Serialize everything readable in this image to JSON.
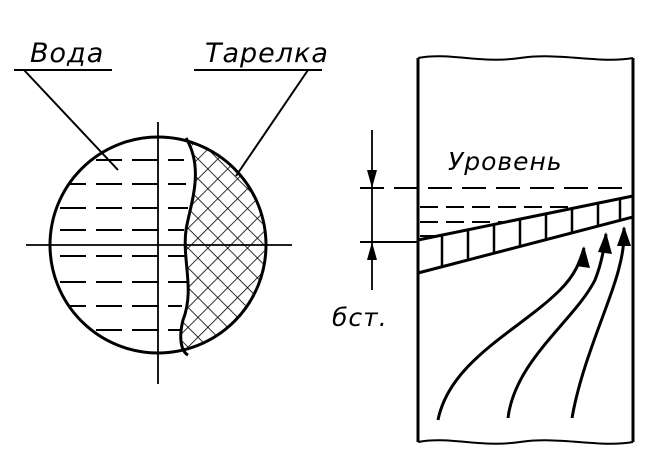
{
  "labels": {
    "water": "Вода",
    "plate": "Тарелка",
    "level": "Уровень",
    "delta": "бст."
  },
  "colors": {
    "ink": "#000000",
    "paper": "#ffffff"
  }
}
